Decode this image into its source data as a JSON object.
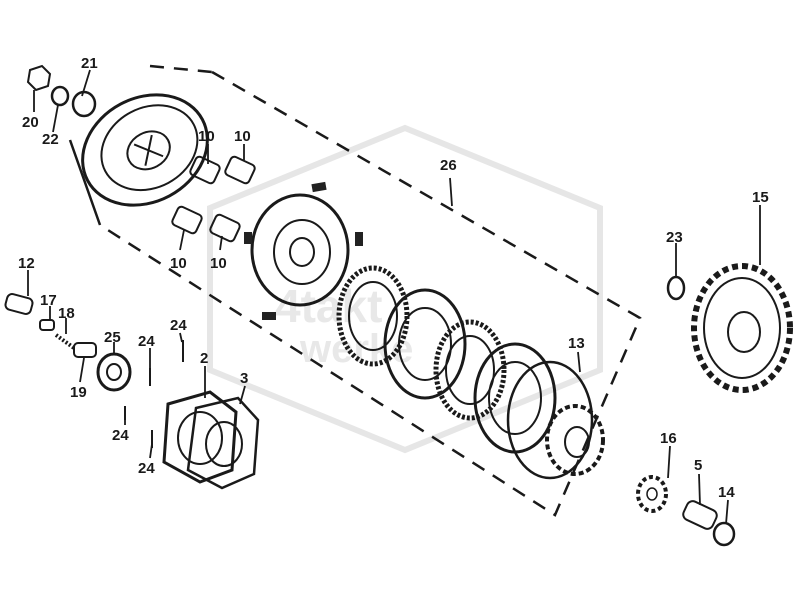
{
  "diagram": {
    "watermark": {
      "line1": "4takt",
      "line2": "werke"
    },
    "callouts": {
      "p20": "20",
      "p21": "21",
      "p22": "22",
      "p10a": "10",
      "p10b": "10",
      "p10c": "10",
      "p10d": "10",
      "p26": "26",
      "p15": "15",
      "p23": "23",
      "p12": "12",
      "p17": "17",
      "p18": "18",
      "p19": "19",
      "p25": "25",
      "p24a": "24",
      "p24b": "24",
      "p24c": "24",
      "p24d": "24",
      "p2": "2",
      "p3": "3",
      "p13": "13",
      "p16": "16",
      "p5": "5",
      "p14": "14"
    }
  }
}
